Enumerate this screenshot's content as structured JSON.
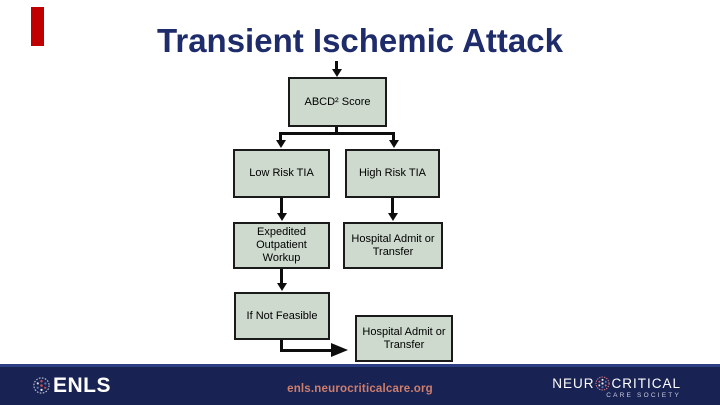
{
  "slide": {
    "title": "Transient Ischemic Attack"
  },
  "colors": {
    "accent_red": "#C00000",
    "title_navy": "#1F2C6B",
    "box_fill": "#CEDACE",
    "box_border": "#1A1A1A",
    "connector_black": "#0D0D0D",
    "footer_navy": "#192353",
    "url_salmon": "#CE7E6D"
  },
  "flowchart": {
    "nodes": {
      "abcd": "ABCD² Score",
      "low": "Low Risk TIA",
      "high": "High Risk TIA",
      "expedited": "Expedited Outpatient Workup",
      "hospital1": "Hospital Admit or Transfer",
      "ifnot": "If Not Feasible",
      "hospital2": "Hospital Admit or Transfer"
    }
  },
  "footer": {
    "enls": "ENLS",
    "url": "enls.neurocriticalcare.org",
    "ncs_neur": "NEUR",
    "ncs_critical": "CRITICAL",
    "ncs_sub": "CARE SOCIETY"
  }
}
